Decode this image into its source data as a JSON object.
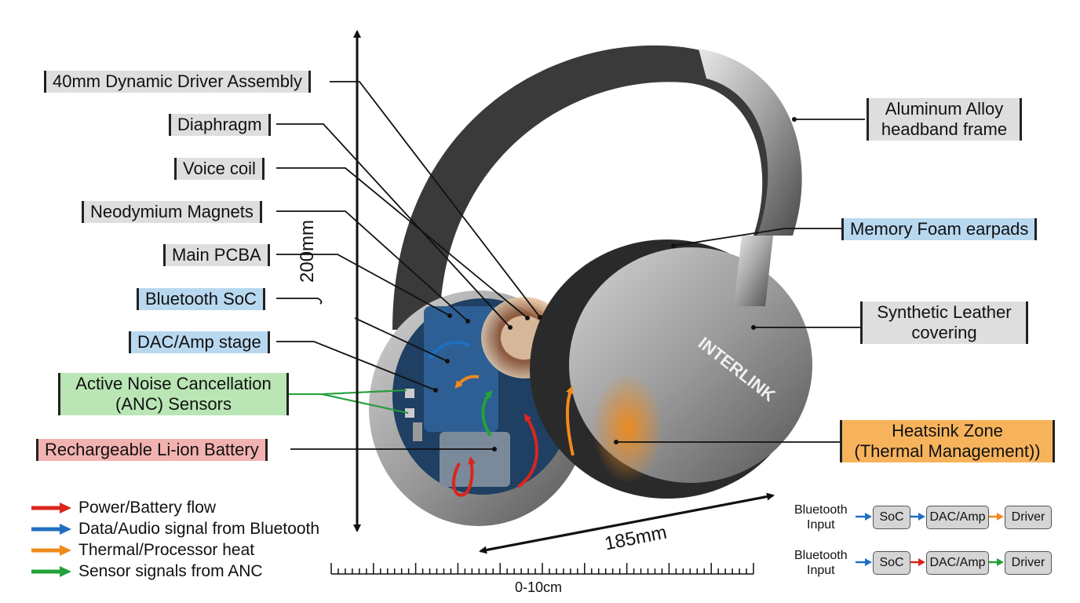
{
  "labels": {
    "driver_assembly": "40mm Dynamic Driver Assembly",
    "diaphragm": "Diaphragm",
    "voice_coil": "Voice coil",
    "magnets": "Neodymium Magnets",
    "pcba": "Main PCBA",
    "bluetooth_soc": "Bluetooth SoC",
    "dac_amp": "DAC/Amp stage",
    "anc_line1": "Active Noise Cancellation",
    "anc_line2": "(ANC) Sensors",
    "battery": "Rechargeable Li-ion Battery",
    "headband_line1": "Aluminum Alloy",
    "headband_line2": "headband frame",
    "earpads": "Memory Foam earpads",
    "leather_line1": "Synthetic Leather",
    "leather_line2": "covering",
    "heatsink_line1": "Heatsink Zone",
    "heatsink_line2": "(Thermal Management))"
  },
  "dimensions": {
    "height": "200mm",
    "width": "185mm",
    "ruler": "0-10cm"
  },
  "brand": "INTERLINK",
  "legend": [
    {
      "label": "Power/Battery flow",
      "color": "#d9261c"
    },
    {
      "label": "Data/Audio signal from Bluetooth",
      "color": "#1f6fc0"
    },
    {
      "label": "Thermal/Processor heat",
      "color": "#f08a1c"
    },
    {
      "label": "Sensor signals from ANC",
      "color": "#23a23a"
    }
  ],
  "flows": [
    {
      "input_line1": "Bluetooth",
      "input_line2": "Input",
      "boxes": [
        "SoC",
        "DAC/Amp",
        "Driver"
      ],
      "arrow_colors": [
        "#1f6fc0",
        "#1f6fc0",
        "#f08a1c"
      ]
    },
    {
      "input_line1": "Bluetooth",
      "input_line2": "Input",
      "boxes": [
        "SoC",
        "DAC/Amp",
        "Driver"
      ],
      "arrow_colors": [
        "#1f6fc0",
        "#d9261c",
        "#23a23a"
      ]
    }
  ]
}
